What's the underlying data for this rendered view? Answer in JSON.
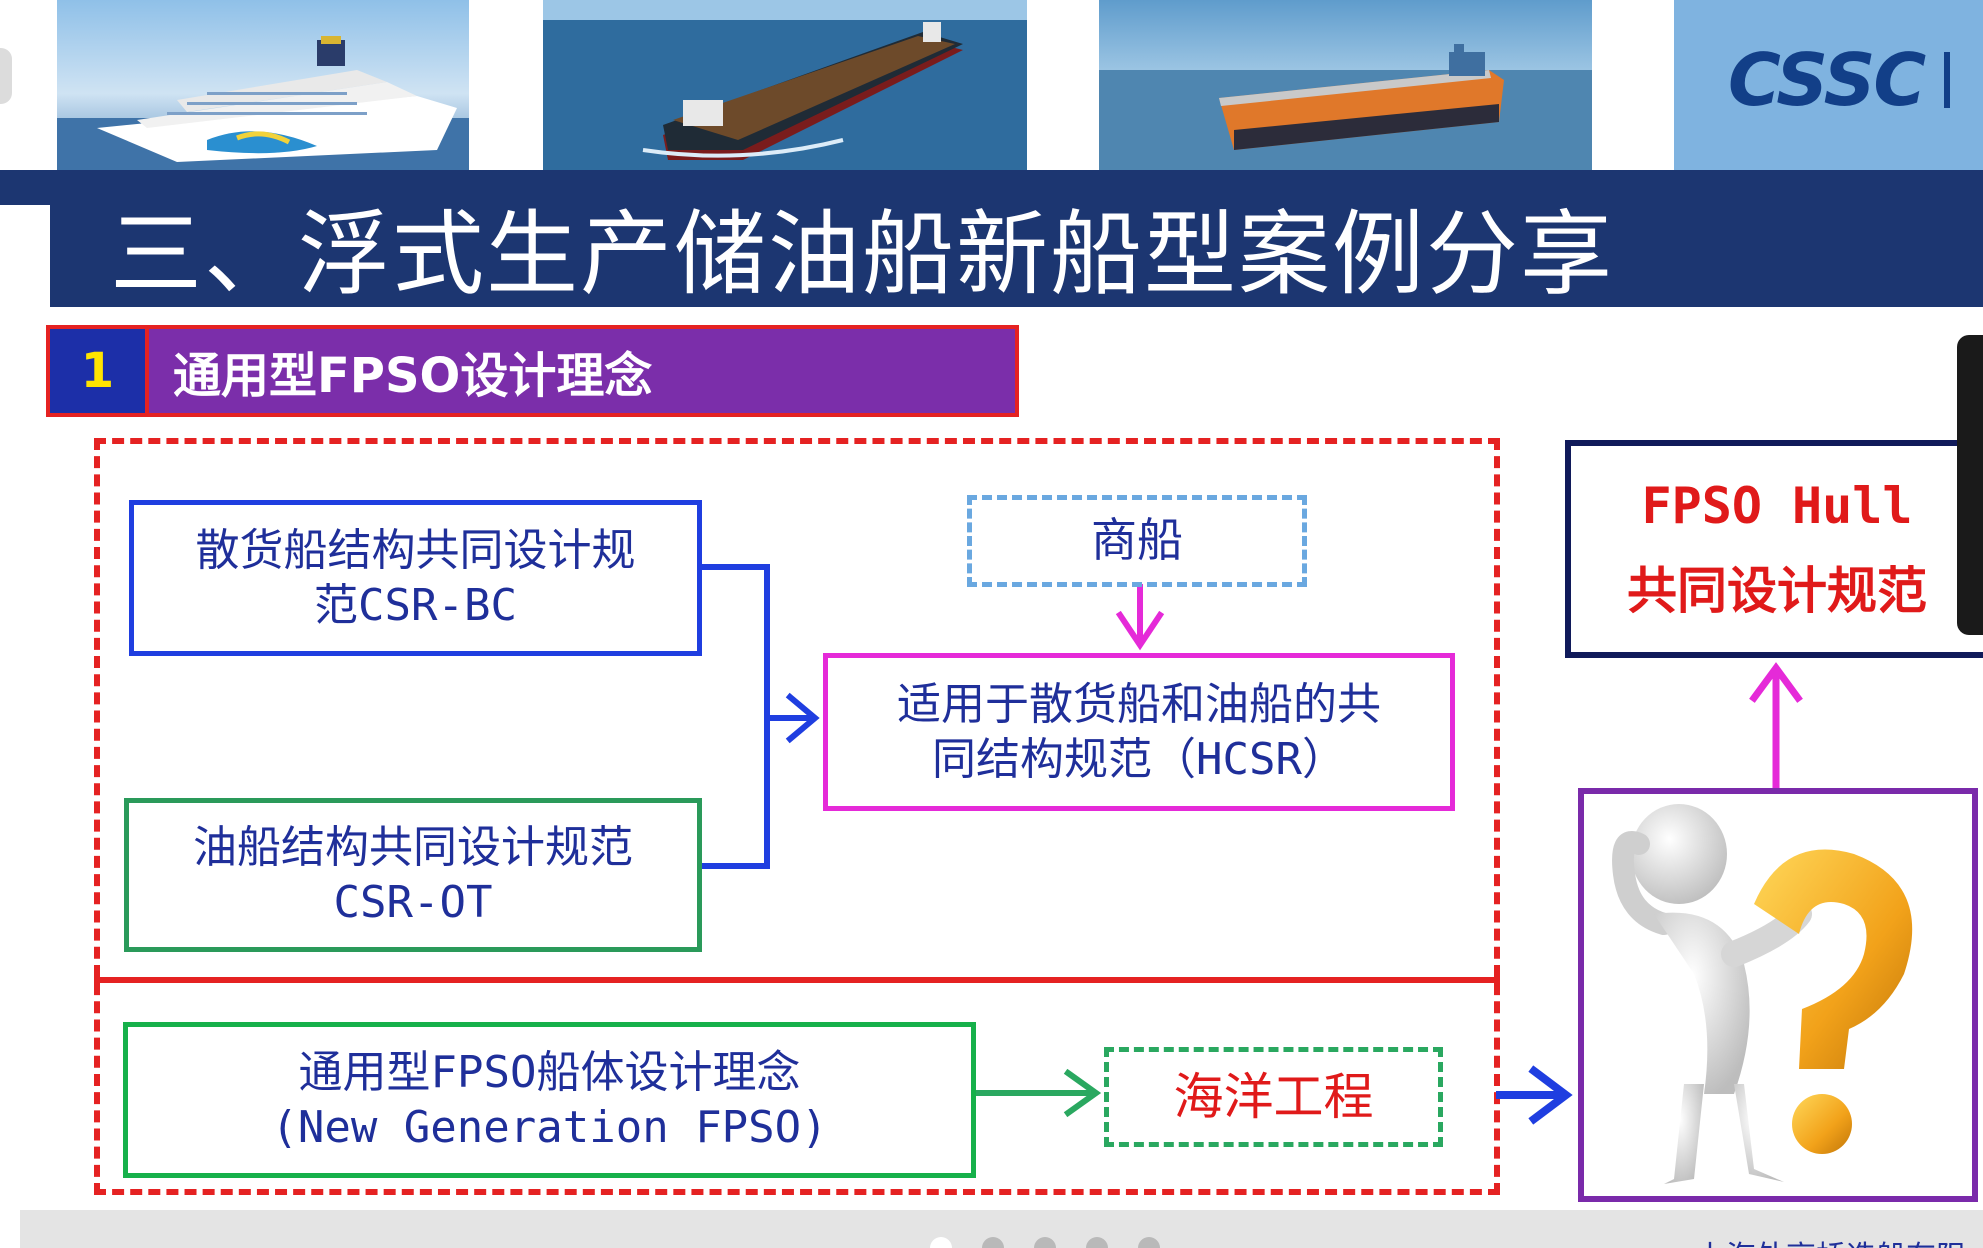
{
  "header": {
    "logo_text": "CSSC",
    "title": "三、浮式生产储油船新船型案例分享"
  },
  "section": {
    "number": "1",
    "title": "通用型FPSO设计理念"
  },
  "diagram": {
    "bulk_rule": [
      "散货船结构共同设计规",
      "范CSR-BC"
    ],
    "tanker_rule": [
      "油船结构共同设计规范",
      "CSR-OT"
    ],
    "merchant": "商船",
    "hcsr": [
      "适用于散货船和油船的共",
      "同结构规范（HCSR）"
    ],
    "new_gen": [
      "通用型FPSO船体设计理念",
      "(New Generation FPSO)"
    ],
    "offshore": "海洋工程",
    "fpso_rule": [
      "FPSO Hull",
      "共同设计规范"
    ]
  },
  "footer": {
    "org_text": "上海外高桥造船有限"
  },
  "colors": {
    "title_bar": "#1c3671",
    "section_purple": "#7b2eaa",
    "dashed_red": "#e52222",
    "arrow_blue": "#1f3ee0",
    "arrow_magenta": "#e52ad8",
    "arrow_green": "#2aa860"
  }
}
